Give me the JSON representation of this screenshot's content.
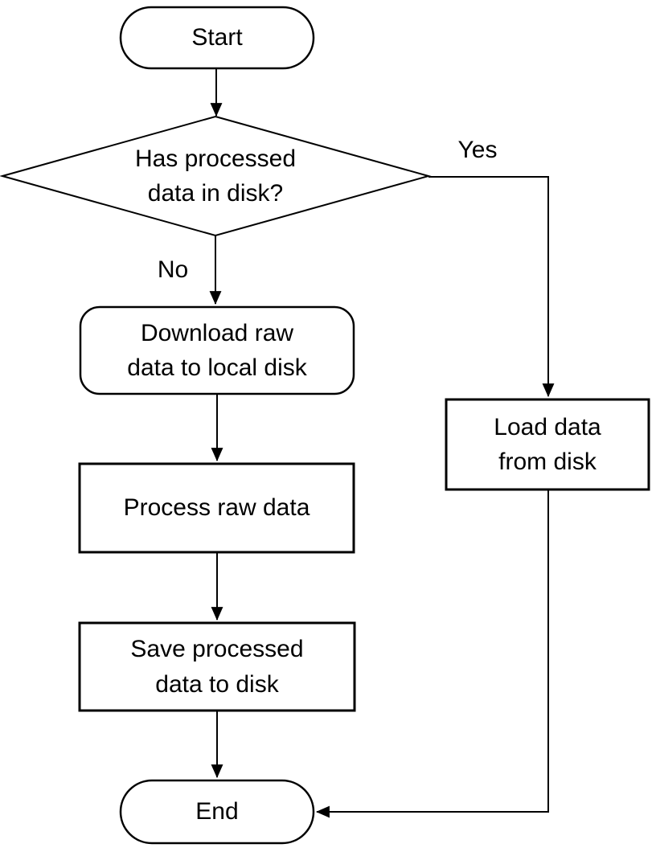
{
  "diagram": {
    "type": "flowchart",
    "colors": {
      "background": "#ffffff",
      "stroke": "#000000",
      "text": "#000000"
    },
    "nodes": [
      {
        "id": "start",
        "shape": "stadium",
        "lines": [
          "Start"
        ]
      },
      {
        "id": "decision",
        "shape": "diamond",
        "lines": [
          "Has processed",
          "data in disk?"
        ]
      },
      {
        "id": "download",
        "shape": "rounded-rect",
        "lines": [
          "Download raw",
          "data to local disk"
        ]
      },
      {
        "id": "process",
        "shape": "rect",
        "lines": [
          "Process raw data"
        ]
      },
      {
        "id": "save",
        "shape": "rect",
        "lines": [
          "Save processed",
          "data to disk"
        ]
      },
      {
        "id": "load",
        "shape": "rect",
        "lines": [
          "Load data",
          "from disk"
        ]
      },
      {
        "id": "end",
        "shape": "stadium",
        "lines": [
          "End"
        ]
      }
    ],
    "edges": [
      {
        "from": "start",
        "to": "decision",
        "label": ""
      },
      {
        "from": "decision",
        "to": "download",
        "label": "No"
      },
      {
        "from": "decision",
        "to": "load",
        "label": "Yes"
      },
      {
        "from": "download",
        "to": "process",
        "label": ""
      },
      {
        "from": "process",
        "to": "save",
        "label": ""
      },
      {
        "from": "save",
        "to": "end",
        "label": ""
      },
      {
        "from": "load",
        "to": "end",
        "label": ""
      }
    ]
  }
}
